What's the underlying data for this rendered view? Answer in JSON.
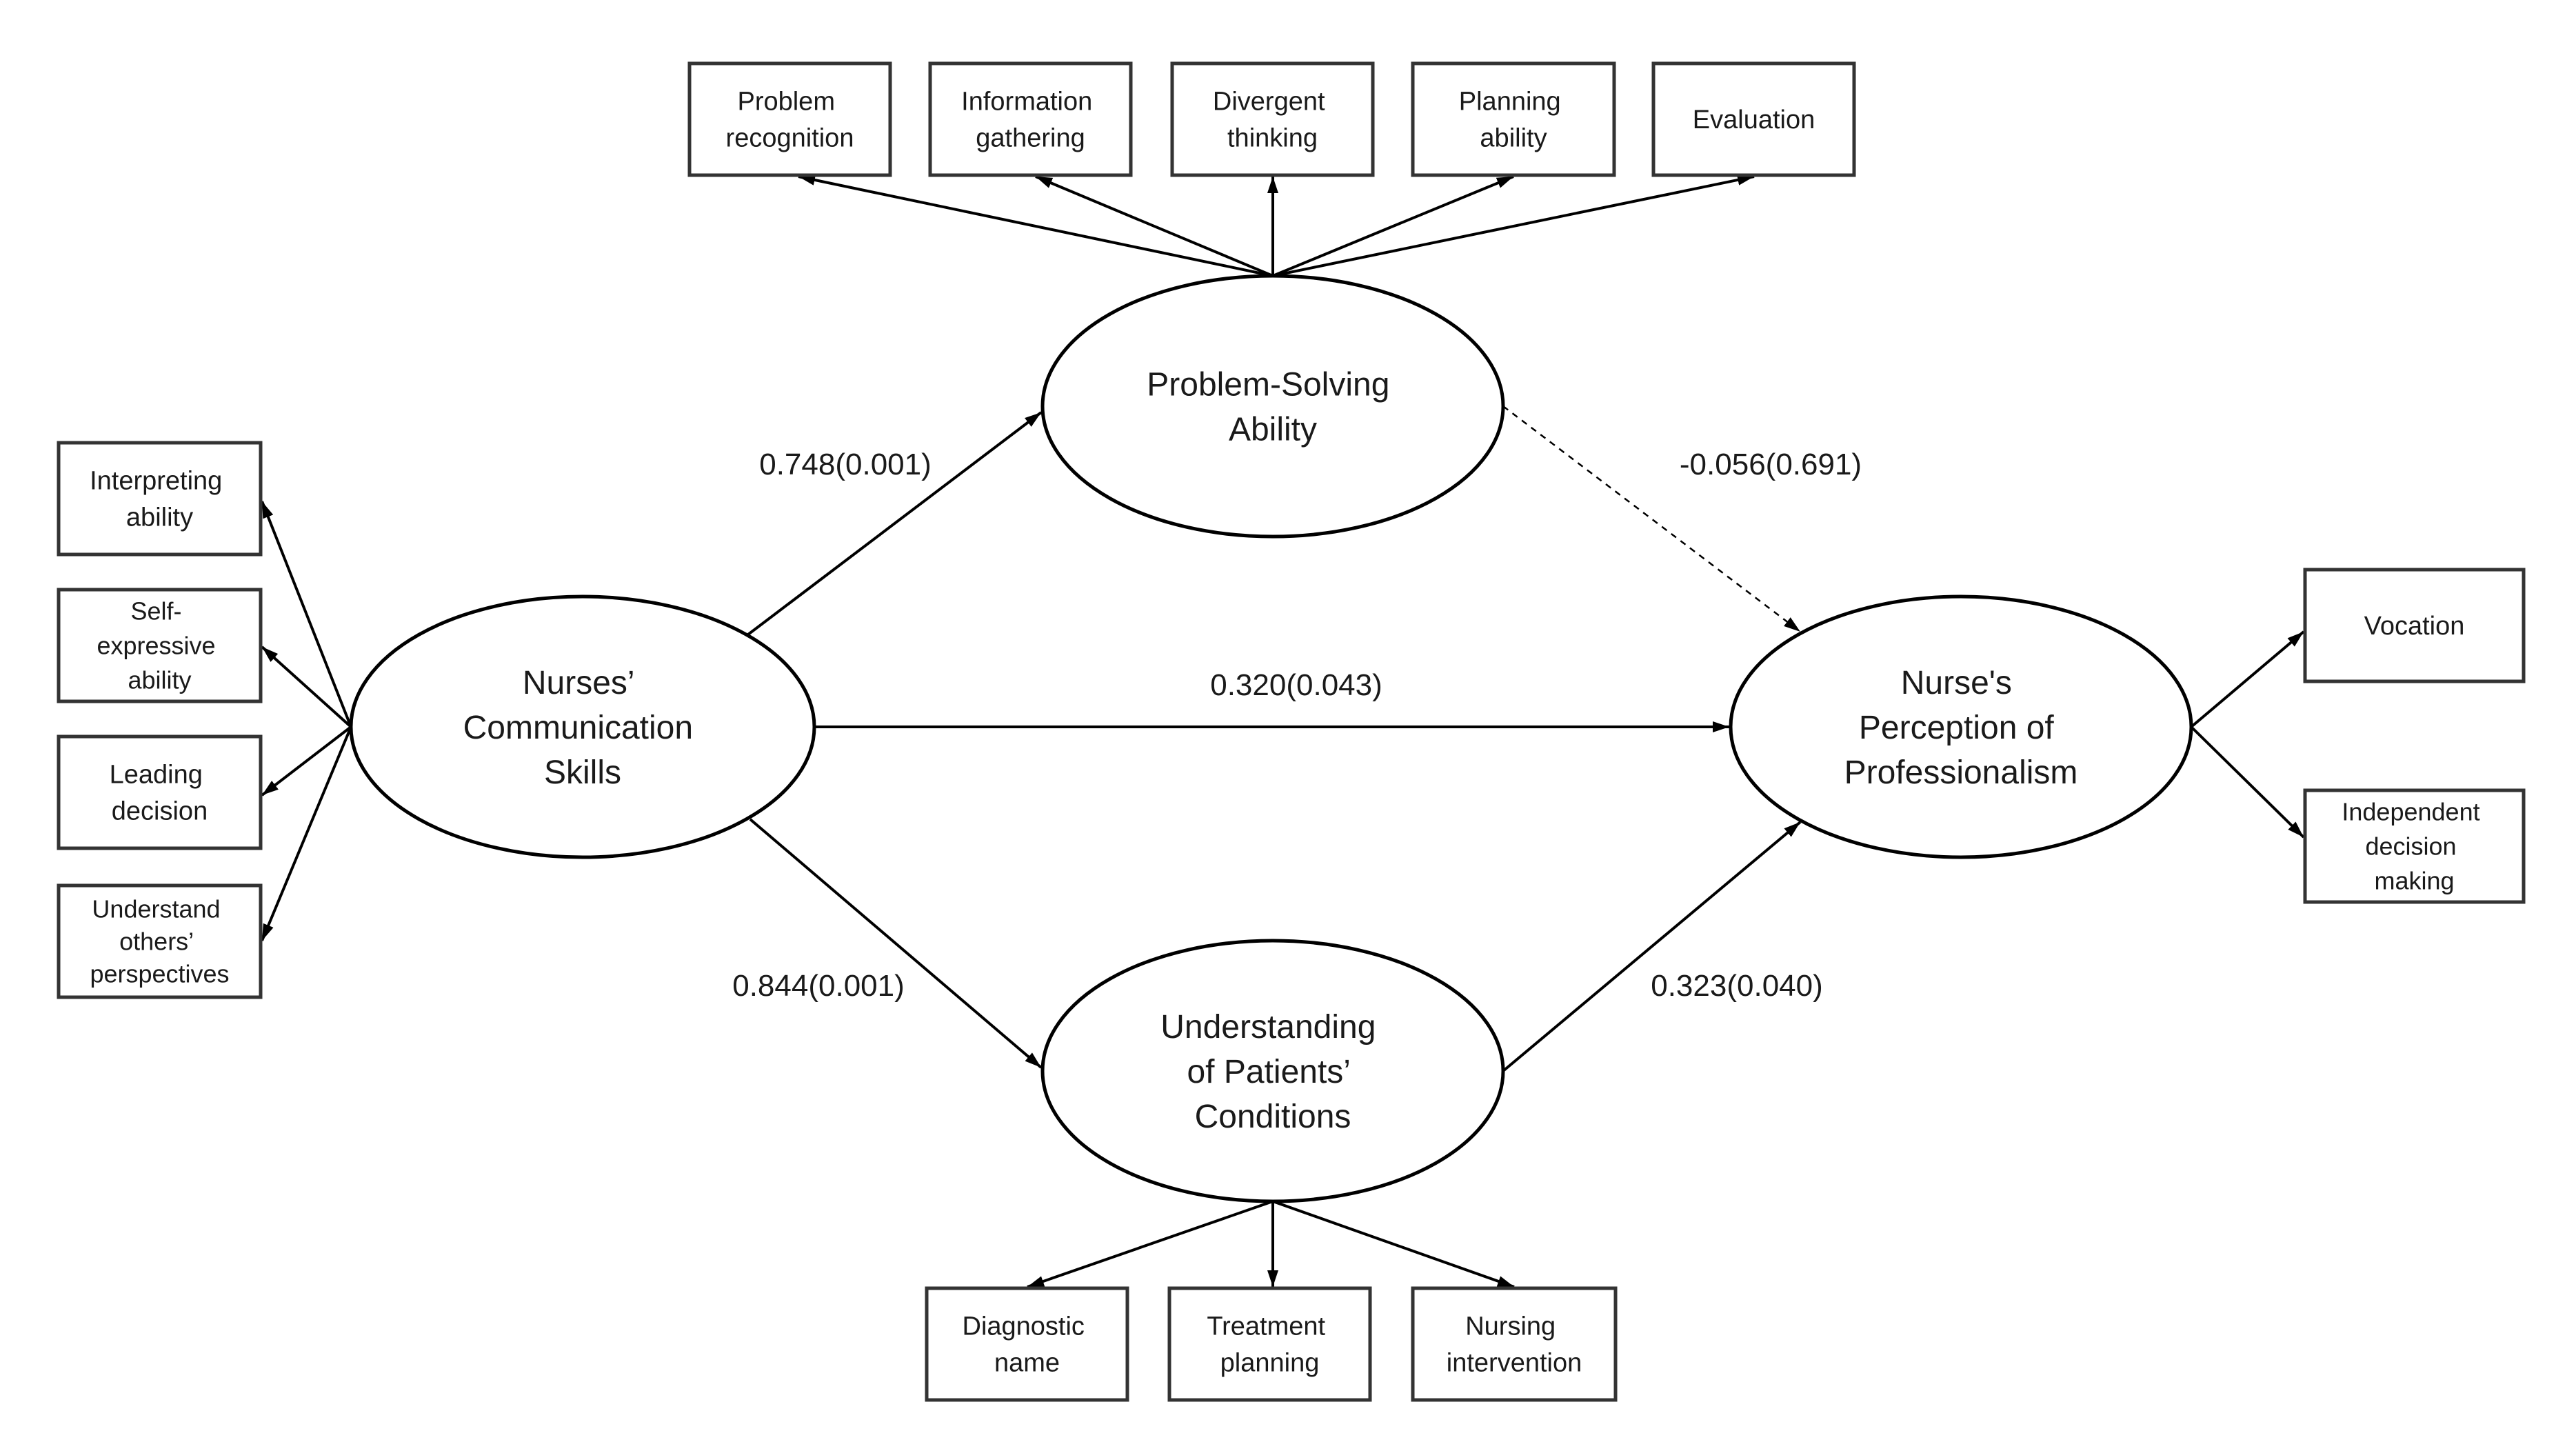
{
  "colors": {
    "stroke": "#000000",
    "text": "#1a1a1a",
    "background": "#ffffff"
  },
  "latent": {
    "problem_solving": {
      "lines": [
        "Problem-Solving",
        "Ability"
      ]
    },
    "communication": {
      "lines": [
        "Nurses’",
        "Communication",
        "Skills"
      ]
    },
    "professionalism": {
      "lines": [
        "Nurse's",
        "Perception of",
        "Professionalism"
      ]
    },
    "understanding": {
      "lines": [
        "Understanding",
        "of Patients’",
        "Conditions"
      ]
    }
  },
  "indicators": {
    "problem_solving": [
      {
        "lines": [
          "Problem",
          "recognition"
        ]
      },
      {
        "lines": [
          "Information",
          "gathering"
        ]
      },
      {
        "lines": [
          "Divergent",
          "thinking"
        ]
      },
      {
        "lines": [
          "Planning",
          "ability"
        ]
      },
      {
        "lines": [
          "Evaluation"
        ]
      }
    ],
    "communication": [
      {
        "lines": [
          "Interpreting",
          "ability"
        ]
      },
      {
        "lines": [
          "Self-",
          "expressive",
          "ability"
        ]
      },
      {
        "lines": [
          "Leading",
          "decision"
        ]
      },
      {
        "lines": [
          "Understand",
          "others’",
          "perspectives"
        ]
      }
    ],
    "professionalism": [
      {
        "lines": [
          "Vocation"
        ]
      },
      {
        "lines": [
          "Independent",
          "decision",
          "making"
        ]
      }
    ],
    "understanding": [
      {
        "lines": [
          "Diagnostic",
          "name"
        ]
      },
      {
        "lines": [
          "Treatment",
          "planning"
        ]
      },
      {
        "lines": [
          "Nursing",
          "intervention"
        ]
      }
    ]
  },
  "paths": {
    "communication_to_problem_solving": {
      "label": "0.748(0.001)",
      "dashed": false
    },
    "problem_solving_to_professionalism": {
      "label": "-0.056(0.691)",
      "dashed": true
    },
    "communication_to_professionalism": {
      "label": "0.320(0.043)",
      "dashed": false
    },
    "communication_to_understanding": {
      "label": "0.844(0.001)",
      "dashed": false
    },
    "understanding_to_professionalism": {
      "label": "0.323(0.040)",
      "dashed": false
    }
  }
}
